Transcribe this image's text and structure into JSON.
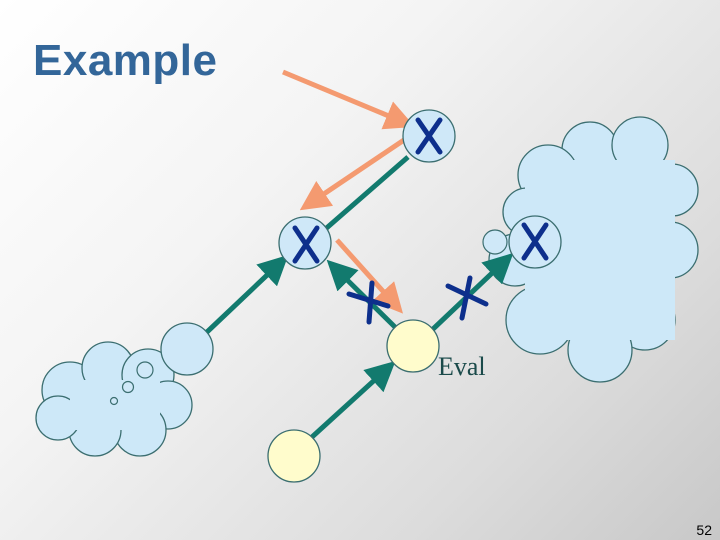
{
  "slide": {
    "title": "Example",
    "eval_label": "Eval",
    "page_number": "52"
  },
  "colors": {
    "title": "#336699",
    "cloud_fill": "#cde8f8",
    "node_fill": "#cfe8f8",
    "eval_node_fill": "#fffccc",
    "teal_arrow": "#127a6e",
    "orange_arrow": "#f49a70",
    "cross_mark": "#0d2f8c"
  },
  "diagram": {
    "nodes": [
      {
        "id": "top-node",
        "marked": true
      },
      {
        "id": "middle-node",
        "marked": true
      },
      {
        "id": "right-node",
        "marked": true
      },
      {
        "id": "left-node",
        "marked": false
      },
      {
        "id": "eval-node",
        "marked": false
      },
      {
        "id": "bottom-node",
        "marked": false
      }
    ],
    "clouds": [
      "left-cloud",
      "right-cloud"
    ]
  }
}
